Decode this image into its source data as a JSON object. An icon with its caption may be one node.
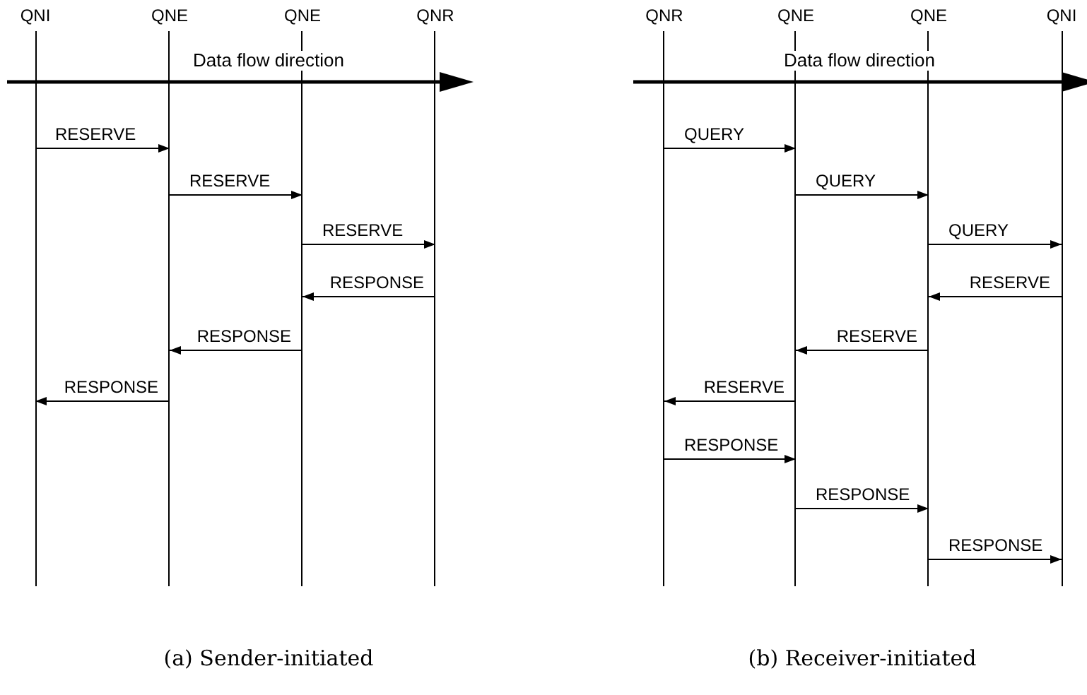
{
  "diagram": {
    "nodes": [
      {
        "text": [
          "QNI"
        ]
      },
      {
        "text": [
          "QNE"
        ]
      },
      {
        "text": [
          "QNE"
        ]
      },
      {
        "text": [
          "QNR"
        ]
      },
      {
        "text": [
          "QNR"
        ]
      },
      {
        "text": [
          "QNE"
        ]
      },
      {
        "text": [
          "QNE"
        ]
      },
      {
        "text": [
          "QNI"
        ]
      }
    ],
    "edges": [
      {
        "from": 0,
        "to": 1,
        "arrow": "to",
        "label": "RESERVE"
      },
      {
        "from": 1,
        "to": 2,
        "arrow": "to",
        "label": "RESERVE"
      },
      {
        "from": 2,
        "to": 3,
        "arrow": "to",
        "label": "RESERVE"
      },
      {
        "from": 3,
        "to": 2,
        "arrow": "to",
        "label": "RESPONSE"
      },
      {
        "from": 2,
        "to": 1,
        "arrow": "to",
        "label": "RESPONSE"
      },
      {
        "from": 1,
        "to": 0,
        "arrow": "to",
        "label": "RESPONSE"
      },
      {
        "from": 4,
        "to": 5,
        "arrow": "to",
        "label": "QUERY"
      },
      {
        "from": 5,
        "to": 6,
        "arrow": "to",
        "label": "QUERY"
      },
      {
        "from": 6,
        "to": 7,
        "arrow": "to",
        "label": "QUERY"
      },
      {
        "from": 7,
        "to": 6,
        "arrow": "to",
        "label": "RESERVE"
      },
      {
        "from": 6,
        "to": 5,
        "arrow": "to",
        "label": "RESERVE"
      },
      {
        "from": 5,
        "to": 4,
        "arrow": "to",
        "label": "RESERVE"
      },
      {
        "from": 4,
        "to": 5,
        "arrow": "to",
        "label": "RESPONSE"
      },
      {
        "from": 5,
        "to": 6,
        "arrow": "to",
        "label": "RESPONSE"
      },
      {
        "from": 6,
        "to": 7,
        "arrow": "to",
        "label": "RESPONSE"
      }
    ],
    "labels": [
      "Data flow direction",
      "Data flow direction",
      "(a) Sender-initiated",
      "(b) Receiver-initiated"
    ]
  }
}
